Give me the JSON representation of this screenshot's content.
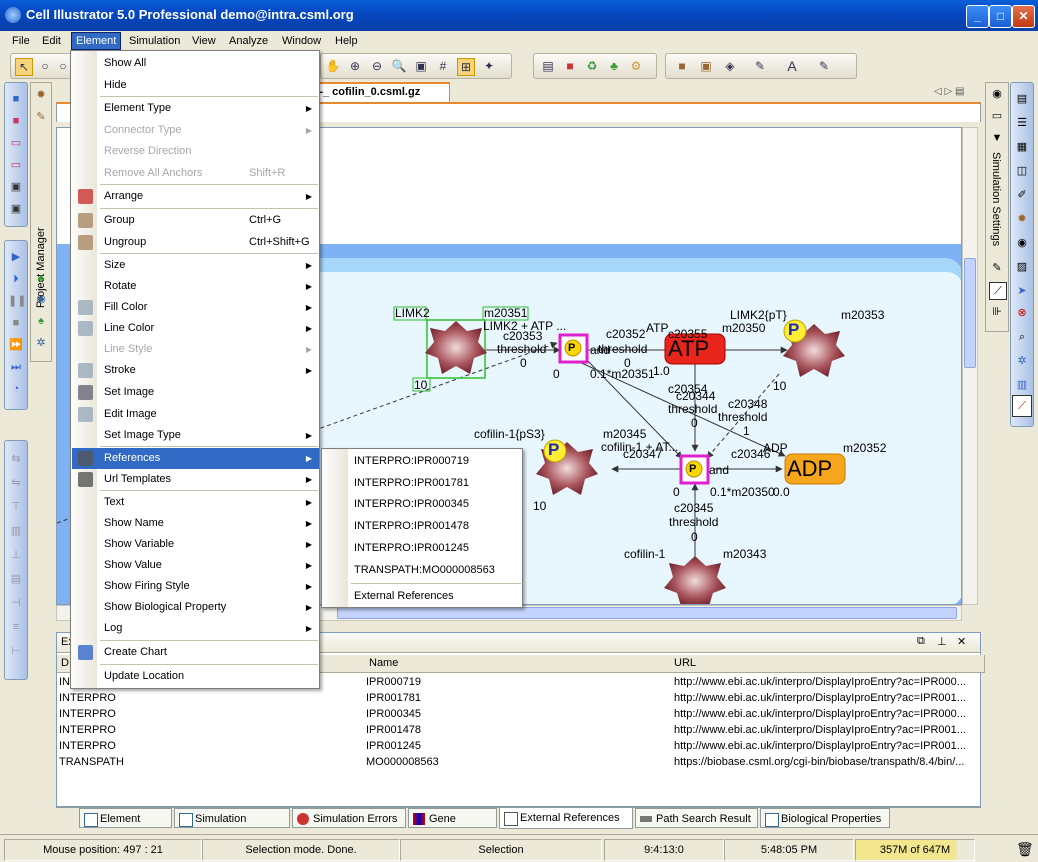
{
  "window": {
    "title": "Cell Illustrator 5.0 Professional demo@intra.csml.org",
    "minimize": "_",
    "maximize": "□",
    "close": "✕"
  },
  "menubar": [
    "File",
    "Edit",
    "Element",
    "Simulation",
    "View",
    "Analyze",
    "Window",
    "Help"
  ],
  "document_tab": "---_ cofilin_0.csml.gz",
  "left_panel_label": "Project Manager",
  "right_panel_label": "Simulation Settings",
  "element_menu": {
    "items": [
      {
        "label": "Show All"
      },
      {
        "label": "Hide"
      },
      {
        "label": "Element Type",
        "arrow": "▶"
      },
      {
        "label": "Connector Type",
        "arrow": "▶",
        "disabled": true
      },
      {
        "label": "Reverse Direction",
        "disabled": true
      },
      {
        "label": "Remove All Anchors",
        "shortcut": "Shift+R",
        "disabled": true
      },
      {
        "label": "Arrange",
        "arrow": "▶"
      },
      {
        "label": "Group",
        "shortcut": "Ctrl+G"
      },
      {
        "label": "Ungroup",
        "shortcut": "Ctrl+Shift+G"
      },
      {
        "label": "Size",
        "arrow": "▶"
      },
      {
        "label": "Rotate",
        "arrow": "▶"
      },
      {
        "label": "Fill Color",
        "arrow": "▶"
      },
      {
        "label": "Line Color",
        "arrow": "▶"
      },
      {
        "label": "Line Style",
        "arrow": "▶",
        "disabled": true
      },
      {
        "label": "Stroke",
        "arrow": "▶"
      },
      {
        "label": "Set Image"
      },
      {
        "label": "Edit Image"
      },
      {
        "label": "Set Image Type",
        "arrow": "▶"
      },
      {
        "label": "References",
        "arrow": "▶",
        "highlighted": true
      },
      {
        "label": "Url Templates",
        "arrow": "▶"
      },
      {
        "label": "Text",
        "arrow": "▶"
      },
      {
        "label": "Show Name",
        "arrow": "▶"
      },
      {
        "label": "Show Variable",
        "arrow": "▶"
      },
      {
        "label": "Show Value",
        "arrow": "▶"
      },
      {
        "label": "Show Firing Style",
        "arrow": "▶"
      },
      {
        "label": "Show Biological Property",
        "arrow": "▶"
      },
      {
        "label": "Log",
        "arrow": "▶"
      },
      {
        "label": "Create Chart"
      },
      {
        "label": "Update Location"
      }
    ]
  },
  "references_submenu": [
    "INTERPRO:IPR000719",
    "INTERPRO:IPR001781",
    "INTERPRO:IPR000345",
    "INTERPRO:IPR001478",
    "INTERPRO:IPR001245",
    "TRANSPATH:MO000008563",
    "External References"
  ],
  "diagram": {
    "labels": {
      "limk2": "LIMK2",
      "m20351": "m20351",
      "limk2_atp": "LIMK2 + ATP ...",
      "c20353": "c20353",
      "threshold_a": "threshold",
      "zero_a": "0",
      "ten_a": "10",
      "c20352": "c20352",
      "atp_small": "ATP",
      "c20355": "c20355",
      "threshold_b": "threshold",
      "zero_b": "0",
      "and_a": "and",
      "zero_c": "0",
      "one_a": "1.0",
      "expr_a": "0.1*m20351",
      "atp": "ATP",
      "limk2pt": "LIMK2{pT}",
      "m20350": "m20350",
      "m20353": "m20353",
      "p": "P",
      "c20354": "c20354",
      "c20344": "c20344",
      "threshold_c": "threshold",
      "zero_d": "0",
      "c20348": "c20348",
      "threshold_d": "threshold",
      "one_b": "1",
      "ten_b": "10",
      "cofilin_ps3": "cofilin-1{pS3}",
      "m20345": "m20345",
      "cofilin_atp": "cofilin-1 + AT...",
      "c20347": "c20347",
      "adp_small": "ADP",
      "c20346": "c20346",
      "m20352": "m20352",
      "adp": "ADP",
      "and_b": "and",
      "zero_e": "0",
      "expr_b": "0.1*m20350",
      "zero_f": "0.0",
      "ten_c": "10",
      "c20345": "c20345",
      "threshold_e": "threshold",
      "zero_g": "0",
      "cofilin": "cofilin-1",
      "m20343": "m20343"
    }
  },
  "ext_panel": {
    "title": "Ex",
    "columns": [
      "D",
      "Name",
      "URL"
    ],
    "rows": [
      [
        "INT",
        "IPR000719",
        "http://www.ebi.ac.uk/interpro/DisplayIproEntry?ac=IPR000..."
      ],
      [
        "INTERPRO",
        "IPR001781",
        "http://www.ebi.ac.uk/interpro/DisplayIproEntry?ac=IPR001..."
      ],
      [
        "INTERPRO",
        "IPR000345",
        "http://www.ebi.ac.uk/interpro/DisplayIproEntry?ac=IPR000..."
      ],
      [
        "INTERPRO",
        "IPR001478",
        "http://www.ebi.ac.uk/interpro/DisplayIproEntry?ac=IPR001..."
      ],
      [
        "INTERPRO",
        "IPR001245",
        "http://www.ebi.ac.uk/interpro/DisplayIproEntry?ac=IPR001..."
      ],
      [
        "TRANSPATH",
        "MO000008563",
        "https://biobase.csml.org/cgi-bin/biobase/transpath/8.4/bin/..."
      ]
    ]
  },
  "bottom_tabs": [
    "Element Lists",
    "Simulation History",
    "Simulation Errors",
    "Gene Mining",
    "External References",
    "Path Search Result",
    "Biological Properties"
  ],
  "status": {
    "mouse": "Mouse position: 497 : 21",
    "mode": "Selection mode.   Done.",
    "selection": "Selection",
    "time1": "9:4:13:0",
    "time2": "5:48:05 PM",
    "memory": "357M of 647M"
  },
  "colors": {
    "atp": "#e8251a",
    "adp": "#f5a61d",
    "selection": "#e020d0",
    "menu_highlight": "#316ac5"
  }
}
